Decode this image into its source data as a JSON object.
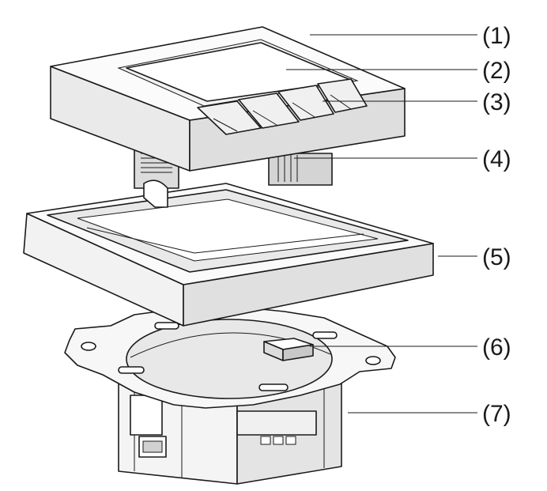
{
  "diagram": {
    "callouts": [
      {
        "id": "part-1",
        "label": "(1)"
      },
      {
        "id": "part-2",
        "label": "(2)"
      },
      {
        "id": "part-3",
        "label": "(3)"
      },
      {
        "id": "part-4",
        "label": "(4)"
      },
      {
        "id": "part-5",
        "label": "(5)"
      },
      {
        "id": "part-6",
        "label": "(6)"
      },
      {
        "id": "part-7",
        "label": "(7)"
      }
    ]
  }
}
